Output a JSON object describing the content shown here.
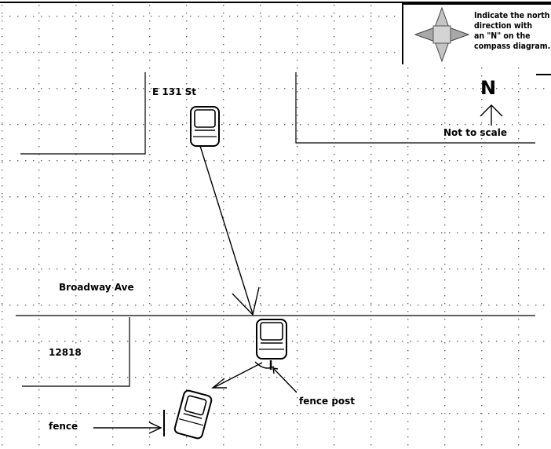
{
  "diagram": {
    "compass_instruction": [
      "Indicate the north",
      "direction with",
      "an \"N\" on the",
      "compass diagram."
    ],
    "north_marker": "N",
    "scale_note": "Not to scale",
    "street_north": "E 131 St",
    "street_main": "Broadway Ave",
    "address": "12818",
    "fence_post_label": "fence post",
    "fence_label": "fence"
  },
  "colors": {
    "line": "#000000",
    "grid_dot": "#666666",
    "compass_fill": "#b9b9b9",
    "compass_dark": "#7a7a7a",
    "background": "#ffffff"
  }
}
